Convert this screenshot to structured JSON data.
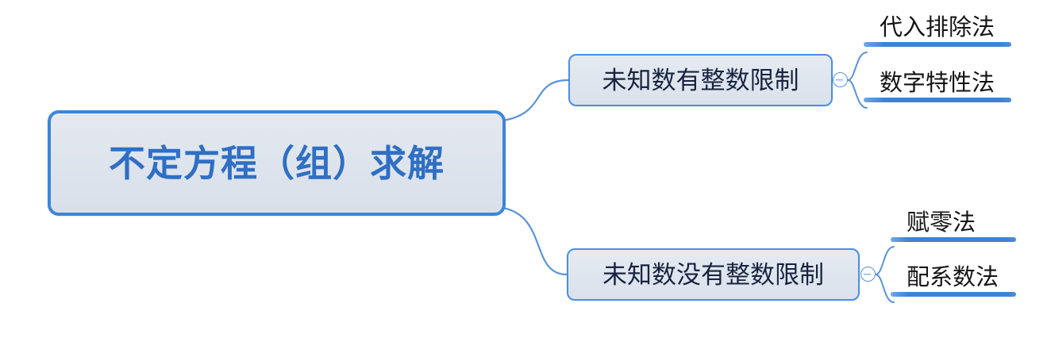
{
  "diagram": {
    "type": "mind-map",
    "title": "不定方程（组）求解",
    "background_color": "#ffffff",
    "accent_color": "#3d85d8",
    "root": {
      "label": "不定方程（组）求解",
      "text_color": "#2f6fc4",
      "fill_color": "#e0e6ef",
      "border_color": "#3d85d8"
    },
    "branches": [
      {
        "label": "未知数有整数限制",
        "toggle_icon": "collapse-minus-icon",
        "toggle_state": "expanded",
        "children": [
          {
            "label": "代入排除法"
          },
          {
            "label": "数字特性法"
          }
        ]
      },
      {
        "label": "未知数没有整数限制",
        "toggle_icon": "collapse-minus-icon",
        "toggle_state": "expanded",
        "children": [
          {
            "label": "赋零法"
          },
          {
            "label": "配系数法"
          }
        ]
      }
    ]
  }
}
